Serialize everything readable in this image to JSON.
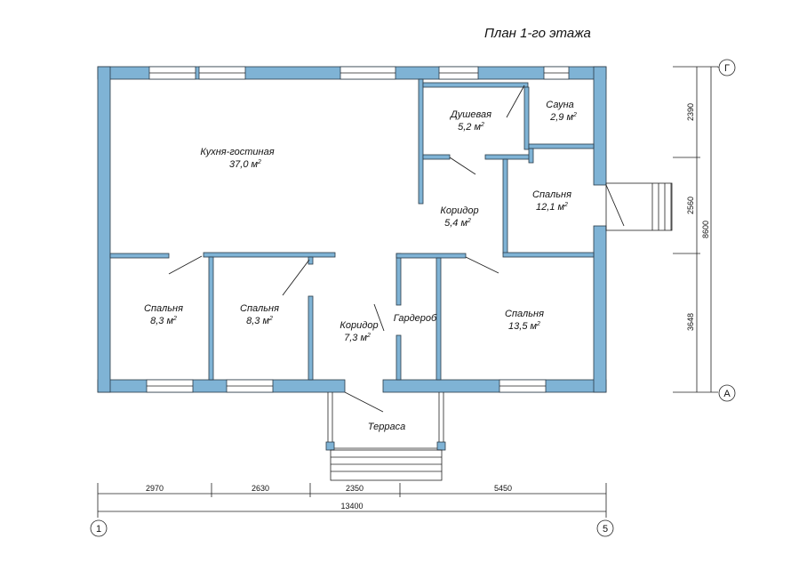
{
  "title": "План 1-го этажа",
  "rooms": [
    {
      "name": "Кухня-гостиная",
      "area": "37,0 м",
      "sup": "2"
    },
    {
      "name": "Душевая",
      "area": "5,2 м",
      "sup": "2"
    },
    {
      "name": "Сауна",
      "area": "2,9 м",
      "sup": "2"
    },
    {
      "name": "Спальня",
      "area": "12,1 м",
      "sup": "2"
    },
    {
      "name": "Коридор",
      "area": "5,4 м",
      "sup": "2"
    },
    {
      "name": "Спальня",
      "area": "8,3 м",
      "sup": "2"
    },
    {
      "name": "Спальня",
      "area": "8,3 м",
      "sup": "2"
    },
    {
      "name": "Коридор",
      "area": "7,3 м",
      "sup": "2"
    },
    {
      "name": "Гардероб",
      "area": "",
      "sup": ""
    },
    {
      "name": "Спальня",
      "area": "13,5 м",
      "sup": "2"
    },
    {
      "name": "Терраса",
      "area": "",
      "sup": ""
    }
  ],
  "dimensions": {
    "bottom": [
      "2970",
      "2630",
      "2350",
      "5450"
    ],
    "bottom_total": "13400",
    "right": [
      "2390",
      "2560",
      "3648"
    ],
    "right_total": "8600"
  },
  "axes": {
    "top": "Г",
    "bottom": "А",
    "left": "1",
    "right": "5"
  },
  "colors": {
    "wall": "#7fb3d5",
    "line": "#222222"
  }
}
